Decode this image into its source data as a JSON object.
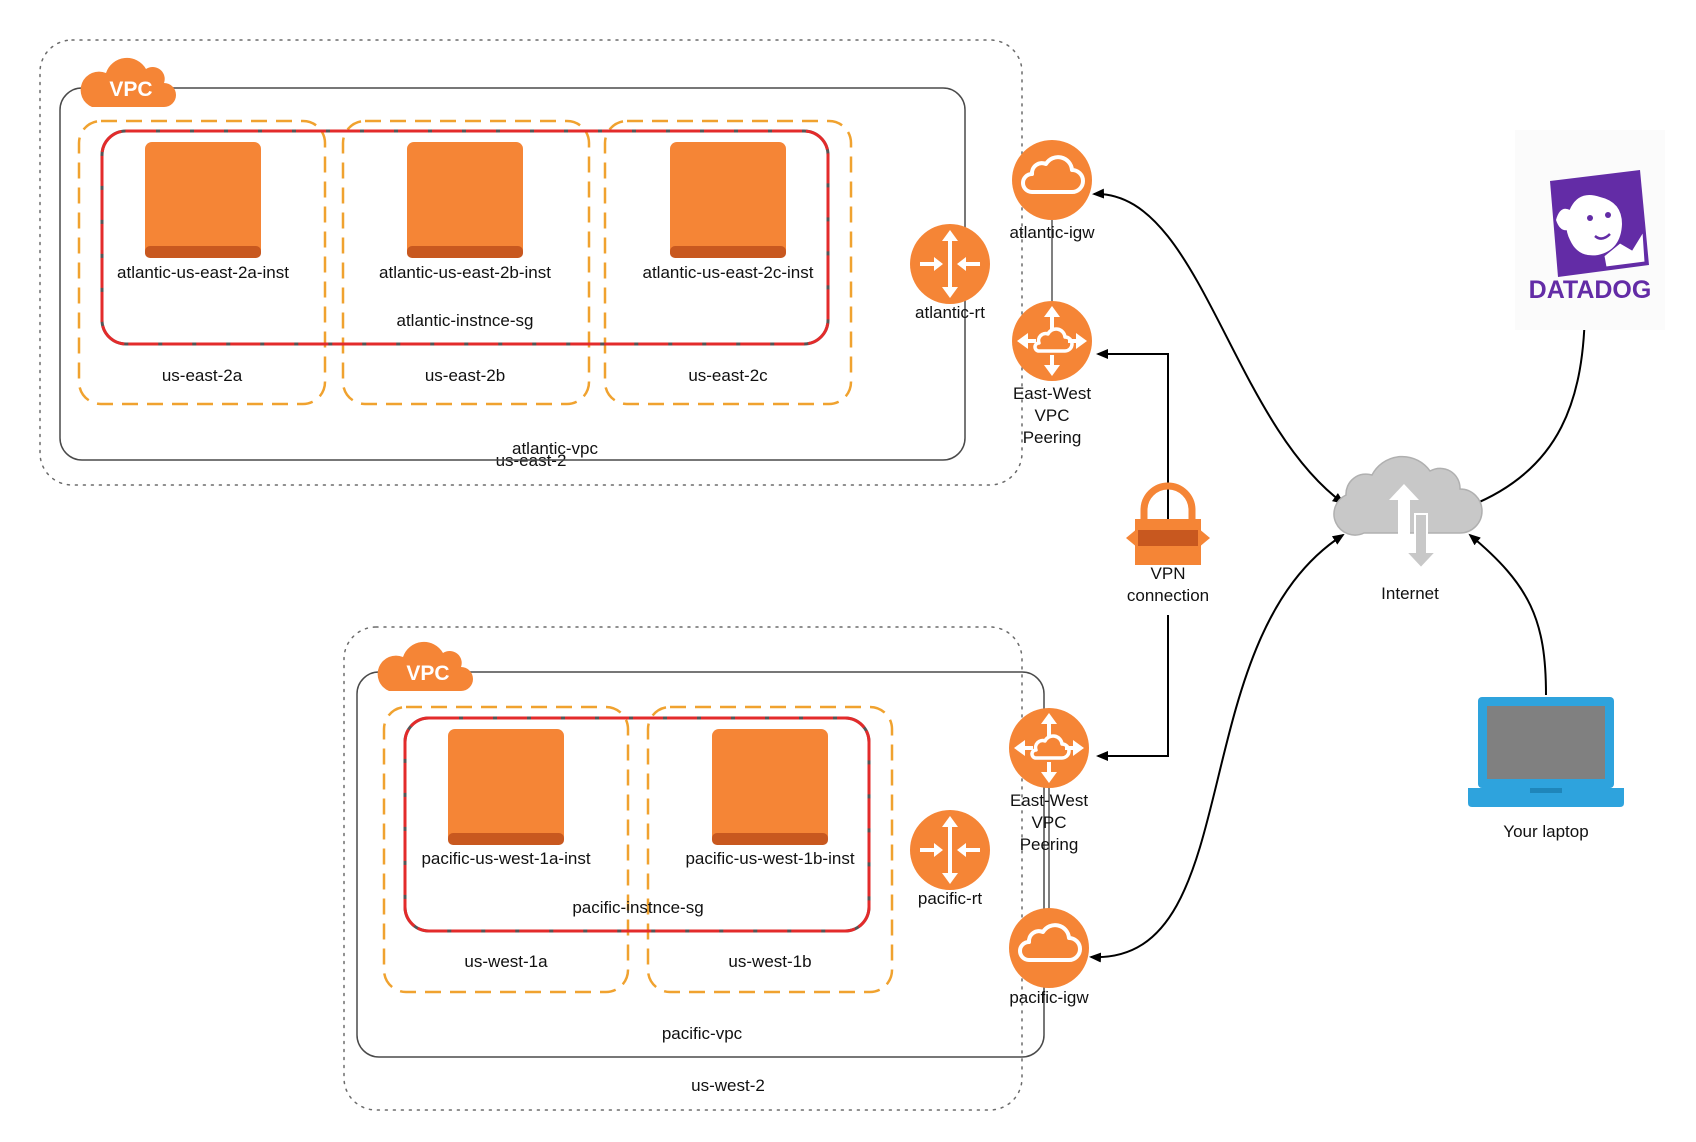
{
  "colors": {
    "aws_orange": "#f58536",
    "az_dashed": "#f0a22f",
    "security_group_red": "#e32b2b",
    "internet_gray": "#c8c8c8",
    "laptop_blue": "#2ea3dd",
    "datadog_purple": "#632ca6"
  },
  "icons": {
    "vpc_badge": "vpc-cloud-icon",
    "instance": "ec2-instance-icon",
    "route_table": "router-icon",
    "internet_gateway": "cloud-gateway-icon",
    "peering": "vpc-peering-icon",
    "vpn": "vpn-lock-icon",
    "internet": "internet-cloud-icon",
    "laptop": "laptop-icon",
    "datadog": "datadog-dog-logo"
  },
  "regions": {
    "east": {
      "region_label": "us-east-2",
      "vpc_badge": "VPC",
      "vpc_label": "atlantic-vpc",
      "security_group": "atlantic-instnce-sg",
      "zones": [
        "us-east-2a",
        "us-east-2b",
        "us-east-2c"
      ],
      "instances": [
        "atlantic-us-east-2a-inst",
        "atlantic-us-east-2b-inst",
        "atlantic-us-east-2c-inst"
      ],
      "route_table": "atlantic-rt",
      "igw": "atlantic-igw",
      "peering": [
        "East-West",
        "VPC",
        "Peering"
      ]
    },
    "west": {
      "region_label": "us-west-2",
      "vpc_badge": "VPC",
      "vpc_label": "pacific-vpc",
      "security_group": "pacific-instnce-sg",
      "zones": [
        "us-west-1a",
        "us-west-1b"
      ],
      "instances": [
        "pacific-us-west-1a-inst",
        "pacific-us-west-1b-inst"
      ],
      "route_table": "pacific-rt",
      "igw": "pacific-igw",
      "peering": [
        "East-West",
        "VPC",
        "Peering"
      ]
    }
  },
  "vpn": {
    "lines": [
      "VPN",
      "connection"
    ]
  },
  "internet": {
    "label": "Internet"
  },
  "laptop": {
    "label": "Your laptop"
  },
  "datadog": {
    "label": "DATADOG"
  }
}
